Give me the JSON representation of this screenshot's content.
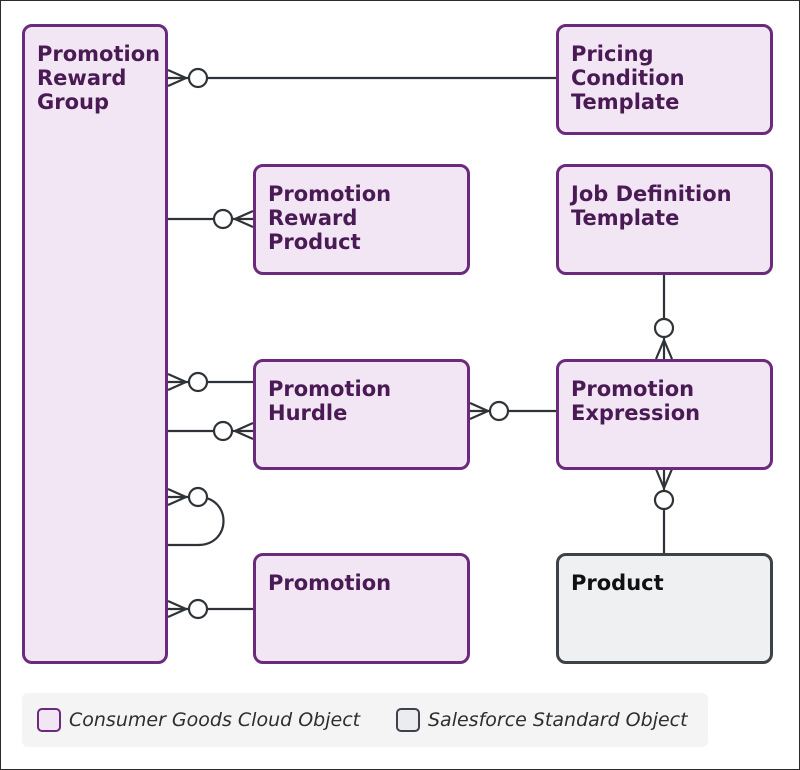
{
  "colors": {
    "custom_border": "#6b2a7b",
    "custom_fill": "#f2e6f4",
    "standard_border": "#3d4148",
    "standard_fill": "#eff0f2",
    "line": "#2f3338"
  },
  "entities": {
    "promotion_reward_group": "Promotion\nReward\nGroup",
    "pricing_condition_template": "Pricing\nCondition\nTemplate",
    "promotion_reward_product": "Promotion\nReward Product",
    "job_definition_template": "Job Definition\nTemplate",
    "promotion_hurdle": "Promotion\nHurdle",
    "promotion_expression": "Promotion\nExpression",
    "promotion": "Promotion",
    "product": "Product"
  },
  "legend": {
    "custom_label": "Consumer Goods Cloud Object",
    "standard_label": "Salesforce Standard Object"
  }
}
